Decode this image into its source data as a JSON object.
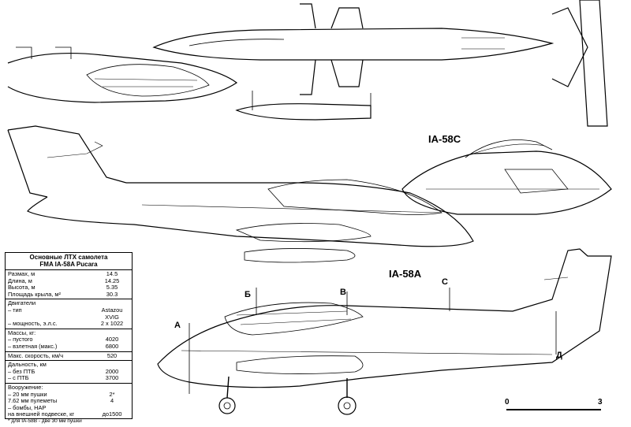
{
  "labels": {
    "ia58c": "IA-58C",
    "ia58a": "IA-58A",
    "sec_a": "А",
    "sec_b": "Б",
    "sec_v": "В",
    "sec_s": "С",
    "sec_d": "Д"
  },
  "specs": {
    "title_line1": "Основные ЛТХ самолета",
    "title_line2": "FMA IA-58A Pucara",
    "dims": [
      {
        "name": "Размах, м",
        "value": "14.5"
      },
      {
        "name": "Длина, м",
        "value": "14.25"
      },
      {
        "name": "Высота, м",
        "value": "5.35"
      },
      {
        "name": "Площадь крыла, м²",
        "value": "30.3"
      }
    ],
    "engines_title": "Двигатели",
    "engines": [
      {
        "name": "– тип",
        "value": "Astazou XVIG"
      },
      {
        "name": "– мощность, э.л.с.",
        "value": "2 x 1022"
      }
    ],
    "mass_title": "Массы, кг:",
    "mass": [
      {
        "name": "– пустого",
        "value": "4020"
      },
      {
        "name": "– взлетная (макс.)",
        "value": "6800"
      }
    ],
    "speed": {
      "name": "Макс. скорость, км/ч",
      "value": "520"
    },
    "range_title": "Дальность, км",
    "range": [
      {
        "name": "– без ПТБ",
        "value": "2000"
      },
      {
        "name": "– с ПТБ",
        "value": "3700"
      }
    ],
    "arm_title": "Вооружение:",
    "arm": [
      {
        "name": "– 20 мм пушки",
        "value": "2*"
      },
      {
        "name": "7.62 мм пулеметы",
        "value": "4"
      },
      {
        "name": "– бомбы, НАР",
        "value": ""
      },
      {
        "name": "на внешней подвеске, кг",
        "value": "до1500"
      }
    ],
    "note": "* для IA-58B - две 30 мм пушки"
  },
  "scale": {
    "start": "0",
    "end": "3"
  }
}
